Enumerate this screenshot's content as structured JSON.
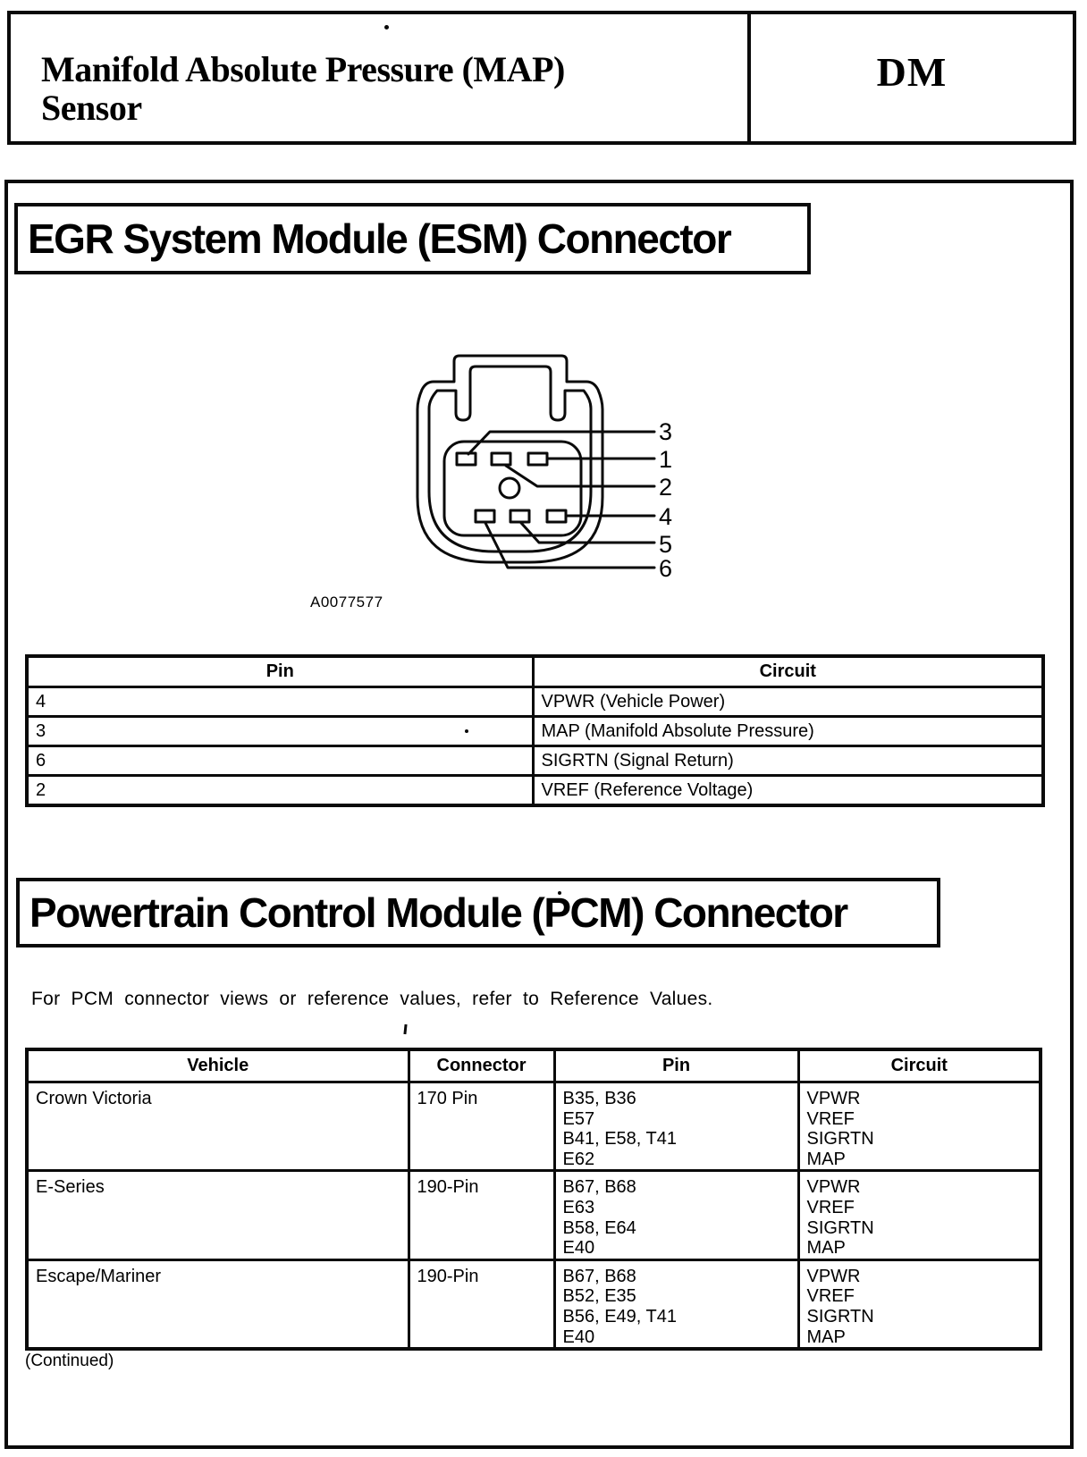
{
  "page_header": {
    "title_line1": "Manifold Absolute Pressure (MAP)",
    "title_line2": "Sensor",
    "code": "DM"
  },
  "esm_section": {
    "heading": "EGR System Module (ESM) Connector",
    "figure_id": "A0077577",
    "connector_pin_labels": [
      "3",
      "1",
      "2",
      "4",
      "5",
      "6"
    ],
    "pin_table": {
      "headers": [
        "Pin",
        "Circuit"
      ],
      "rows": [
        [
          "4",
          "VPWR (Vehicle Power)"
        ],
        [
          "3",
          "MAP (Manifold Absolute Pressure)"
        ],
        [
          "6",
          "SIGRTN (Signal Return)"
        ],
        [
          "2",
          "VREF (Reference Voltage)"
        ]
      ]
    }
  },
  "pcm_section": {
    "heading": "Powertrain Control Module (PCM) Connector",
    "note": "For PCM connector views or reference values, refer to Reference Values.",
    "vehicle_table": {
      "headers": [
        "Vehicle",
        "Connector",
        "Pin",
        "Circuit"
      ],
      "rows": [
        {
          "vehicle": "Crown Victoria",
          "connector": "170 Pin",
          "pins": [
            "B35, B36",
            "E57",
            "B41, E58, T41",
            "E62"
          ],
          "circuits": [
            "VPWR",
            "VREF",
            "SIGRTN",
            "MAP"
          ]
        },
        {
          "vehicle": "E-Series",
          "connector": "190-Pin",
          "pins": [
            "B67, B68",
            "E63",
            "B58, E64",
            "E40"
          ],
          "circuits": [
            "VPWR",
            "VREF",
            "SIGRTN",
            "MAP"
          ]
        },
        {
          "vehicle": "Escape/Mariner",
          "connector": "190-Pin",
          "pins": [
            "B67, B68",
            "B52, E35",
            "B56, E49, T41",
            "E40"
          ],
          "circuits": [
            "VPWR",
            "VREF",
            "SIGRTN",
            "MAP"
          ]
        }
      ]
    },
    "continued": "(Continued)"
  }
}
